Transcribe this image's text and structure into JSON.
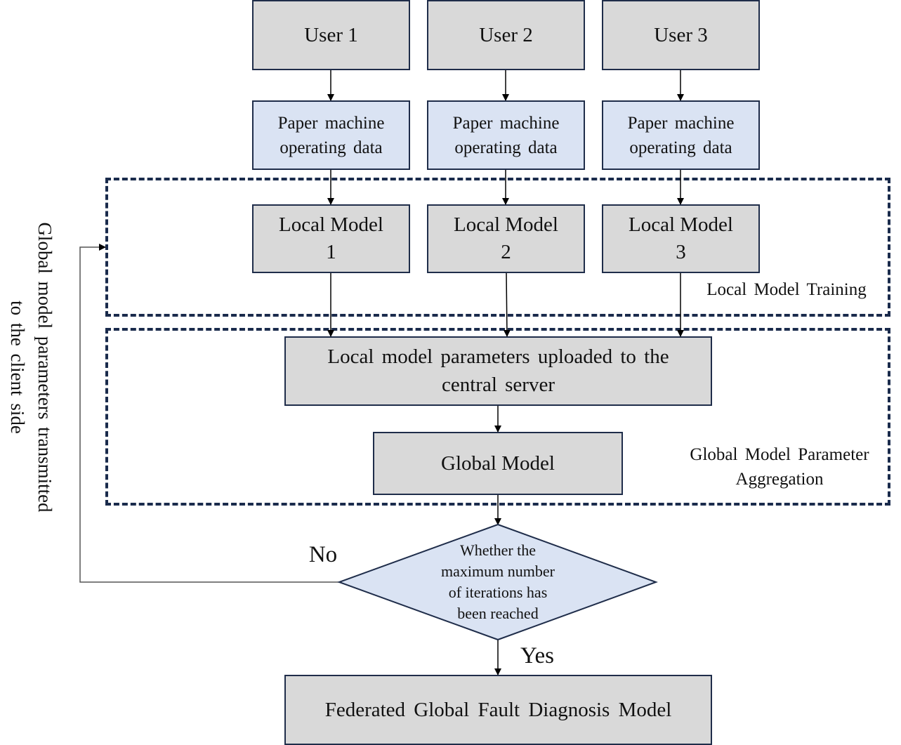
{
  "users": [
    {
      "user": "User 1",
      "data": [
        "Paper machine",
        "operating  data"
      ],
      "model": [
        "Local Model",
        "1"
      ]
    },
    {
      "user": "User 2",
      "data": [
        "Paper machine",
        "operating  data"
      ],
      "model": [
        "Local Model",
        "2"
      ]
    },
    {
      "user": "User 3",
      "data": [
        "Paper machine",
        "operating  data"
      ],
      "model": [
        "Local Model",
        "3"
      ]
    }
  ],
  "regions": {
    "local_training": "Local Model Training",
    "global_aggregation": [
      "Global Model Parameter",
      "Aggregation"
    ]
  },
  "upload_box": [
    "Local model parameters uploaded to the",
    "central server"
  ],
  "global_model": "Global Model",
  "decision": [
    "Whether the",
    "maximum number",
    "of iterations has",
    "been reached"
  ],
  "branch_no": "No",
  "branch_yes": "Yes",
  "final_model": "Federated Global Fault Diagnosis Model",
  "feedback_label": [
    "Global model parameters transmitted",
    "to the client side"
  ],
  "colors": {
    "gray_box": "#d9d9d9",
    "blue_box": "#dae3f3",
    "border": "#1f2d4a",
    "dashed": "#1a2b4c"
  }
}
